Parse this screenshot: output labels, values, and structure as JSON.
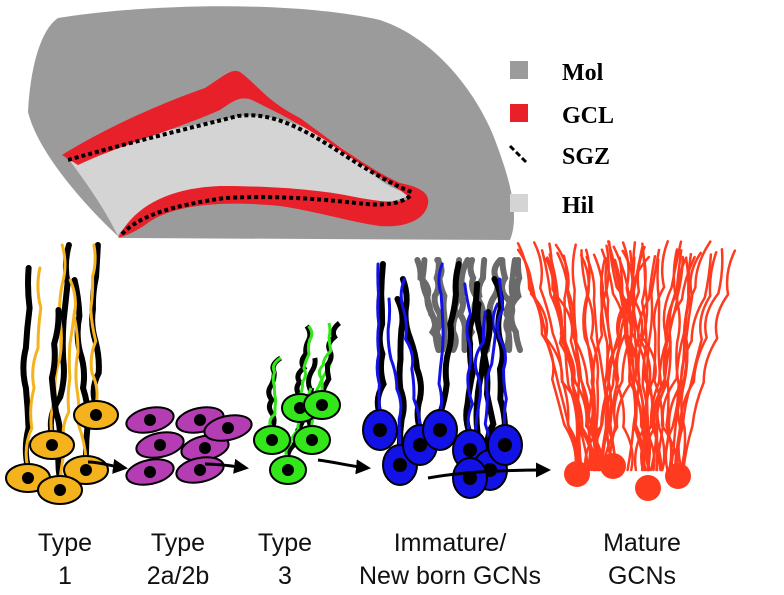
{
  "legend": [
    {
      "label": "Mol",
      "color": "#9b9b9b",
      "pattern": "solid"
    },
    {
      "label": "GCL",
      "color": "#e8202a",
      "pattern": "solid"
    },
    {
      "label": "SGZ",
      "color": "#000000",
      "pattern": "dashed"
    },
    {
      "label": "Hil",
      "color": "#d4d4d4",
      "pattern": "solid"
    }
  ],
  "stages": [
    {
      "line1": "Type",
      "line2": "1",
      "color": "#f4b31c"
    },
    {
      "line1": "Type",
      "line2": "2a/2b",
      "color": "#b53db3"
    },
    {
      "line1": "Type",
      "line2": "3",
      "color": "#33e61a"
    },
    {
      "line1": "Immature/",
      "line2": "New born GCNs",
      "color": "#1212e6"
    },
    {
      "line1": "Mature",
      "line2": "GCNs",
      "color": "#ff3b1f"
    }
  ],
  "colors": {
    "molecular": "#9b9b9b",
    "granule_layer": "#e8202a",
    "hilus": "#d4d4d4",
    "sgz": "#000000",
    "immature_dendrites": "#6a6a6a",
    "arrows": "#000000"
  }
}
